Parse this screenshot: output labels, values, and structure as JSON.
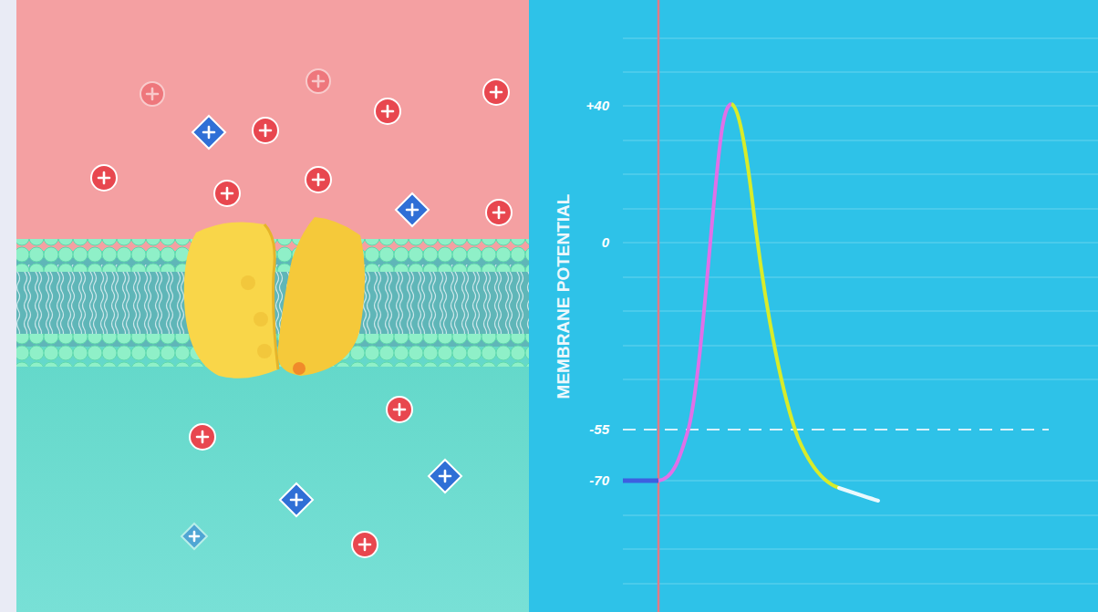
{
  "diagram": {
    "labels": [
      "+40",
      "0",
      "-55",
      "-70",
      "MEMBRANE POTENTIAL"
    ]
  }
}
